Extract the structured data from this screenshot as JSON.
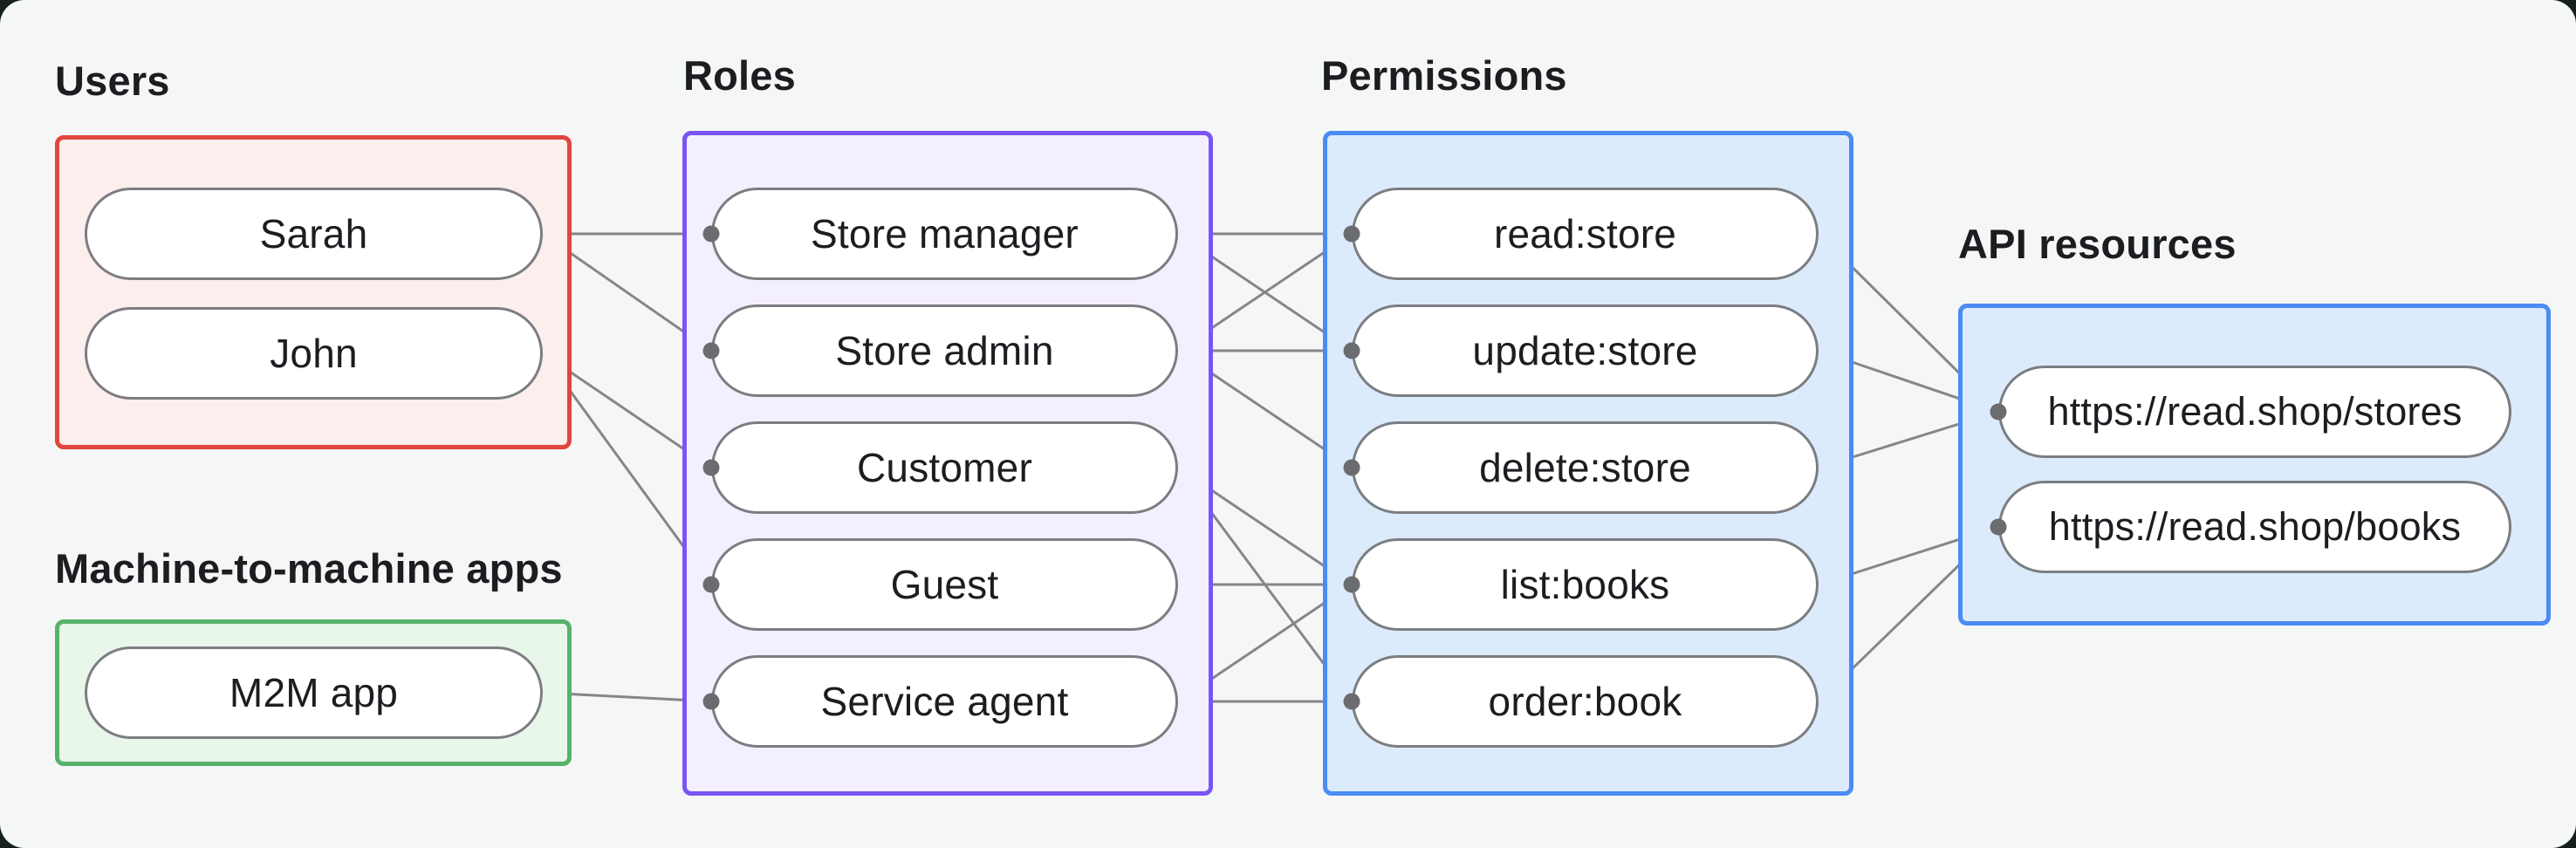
{
  "groups": {
    "users": {
      "label": "Users"
    },
    "m2m": {
      "label": "Machine-to-machine apps"
    },
    "roles": {
      "label": "Roles"
    },
    "permissions": {
      "label": "Permissions"
    },
    "api_resources": {
      "label": "API resources"
    }
  },
  "nodes": {
    "sarah": {
      "label": "Sarah"
    },
    "john": {
      "label": "John"
    },
    "m2m_app": {
      "label": "M2M app"
    },
    "store_manager": {
      "label": "Store manager"
    },
    "store_admin": {
      "label": "Store admin"
    },
    "customer": {
      "label": "Customer"
    },
    "guest": {
      "label": "Guest"
    },
    "service_agent": {
      "label": "Service agent"
    },
    "read_store": {
      "label": "read:store"
    },
    "update_store": {
      "label": "update:store"
    },
    "delete_store": {
      "label": "delete:store"
    },
    "list_books": {
      "label": "list:books"
    },
    "order_book": {
      "label": "order:book"
    },
    "stores_resource": {
      "label": "https://read.shop/stores"
    },
    "books_resource": {
      "label": "https://read.shop/books"
    }
  },
  "edges": [
    {
      "from": "sarah",
      "to": "store_manager"
    },
    {
      "from": "sarah",
      "to": "store_admin"
    },
    {
      "from": "john",
      "to": "customer"
    },
    {
      "from": "john",
      "to": "guest"
    },
    {
      "from": "m2m_app",
      "to": "service_agent"
    },
    {
      "from": "store_manager",
      "to": "read_store"
    },
    {
      "from": "store_manager",
      "to": "update_store"
    },
    {
      "from": "store_admin",
      "to": "read_store"
    },
    {
      "from": "store_admin",
      "to": "update_store"
    },
    {
      "from": "store_admin",
      "to": "delete_store"
    },
    {
      "from": "customer",
      "to": "list_books"
    },
    {
      "from": "customer",
      "to": "order_book"
    },
    {
      "from": "guest",
      "to": "list_books"
    },
    {
      "from": "service_agent",
      "to": "list_books"
    },
    {
      "from": "service_agent",
      "to": "order_book"
    },
    {
      "from": "read_store",
      "to": "stores_resource"
    },
    {
      "from": "update_store",
      "to": "stores_resource"
    },
    {
      "from": "delete_store",
      "to": "stores_resource"
    },
    {
      "from": "list_books",
      "to": "books_resource"
    },
    {
      "from": "order_book",
      "to": "books_resource"
    }
  ],
  "colors": {
    "page_background": "#16211b",
    "card_background": "#f5f7f6",
    "text_color": "#1b1d21",
    "users_border": "#e0453e",
    "users_fill": "#fbeeed",
    "m2m_border": "#57b269",
    "m2m_fill": "#e9f6ea",
    "roles_border": "#7a55f4",
    "roles_fill": "#f4effe",
    "permissions_border": "#4b8bf4",
    "permissions_fill": "#dcebfb",
    "api_border": "#4b8bf4",
    "api_fill": "#dcebfb",
    "node_border": "#7b7d81",
    "node_fill": "#ffffff",
    "edge_color": "#85868b",
    "dot_color": "#6b6c70"
  }
}
